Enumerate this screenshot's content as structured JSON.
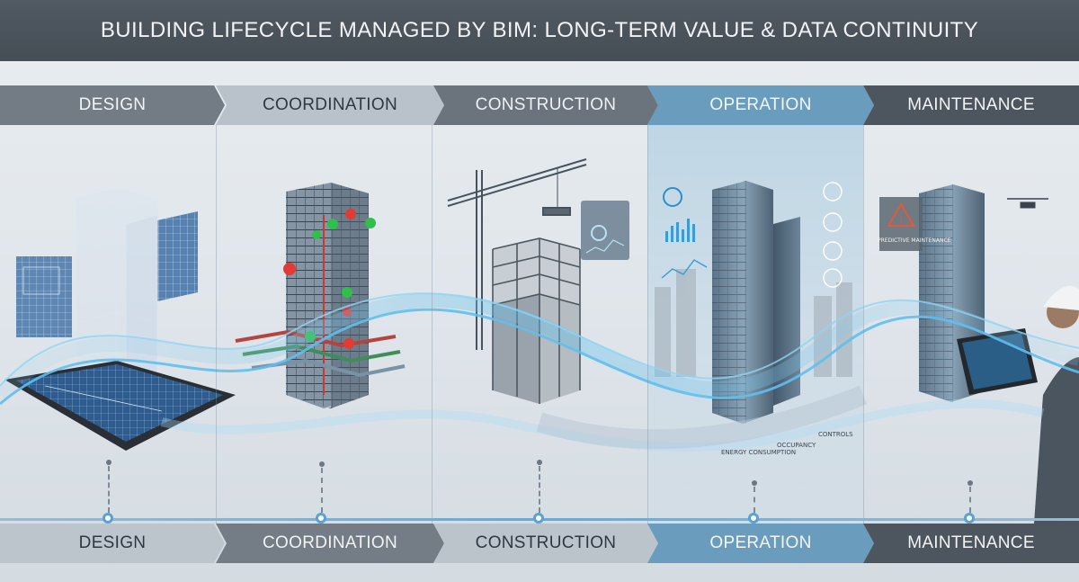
{
  "title": "BUILDING LIFECYCLE MANAGED BY BIM: LONG-TERM VALUE & DATA CONTINUITY",
  "phases": [
    {
      "label": "DESIGN"
    },
    {
      "label": "COORDINATION"
    },
    {
      "label": "CONSTRUCTION"
    },
    {
      "label": "OPERATION"
    },
    {
      "label": "MAINTENANCE"
    }
  ],
  "colors": {
    "title_bg": "#4b535b",
    "phase_dark": "#6c757d",
    "phase_active": "#5f95b8",
    "phase_maint": "#4a535b",
    "data_stream": "#6fc3ec"
  },
  "callouts": {
    "predictive_maintenance": "PREDICTIVE MAINTENANCE",
    "energy_consumption": "ENERGY CONSUMPTION",
    "occupancy": "OCCUPANCY",
    "controls": "CONTROLS"
  },
  "icons": {
    "design": "tablet-blueprint-icon",
    "coordination": "clash-detection-icon",
    "construction": "tower-crane-icon",
    "operation": "dashboard-icon",
    "maintenance": "warning-icon"
  }
}
